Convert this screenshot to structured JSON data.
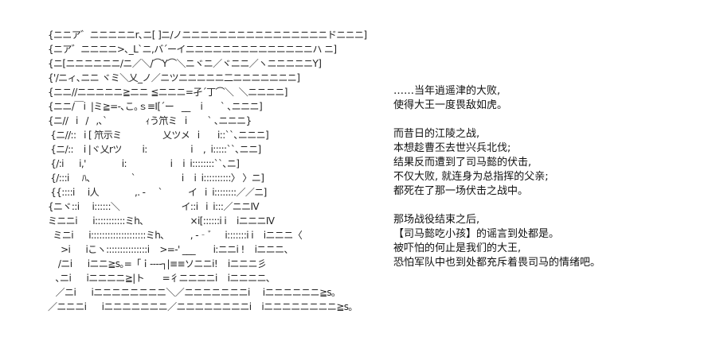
{
  "ascii_art": {
    "lines": [
      "{ニニア゛ニニニニニr､ニ[ ]ニ/ノニニニニニニニニニニニニニニニニドニニニ]",
      "{ニア゛ニニニニ>､_L`ニ,バ´ーイニニニニニニニニニニニニニニハ ニ]",
      "{ニ[ニニニニニニ/ニ／＼/⌒Y⌒＼ニヾニ／ヾニニ／ヽニニニニニY]",
      "{'/ニィ､ニニ ヾミ＼乂_ノ／ニツニニニニニ二ニニニニニニニ]",
      "{ニニ//ニニニニニ≧ニニ ≦ニニニ=孑´丁⌒＼  ＼ニニニニ]",
      "{ニニ/￣i  |ミ≧=-､こ｡ｓ≡I[´ー   __    i       ` ､ニニニ]",
      "{ニ//   i   /   ,､`               ｨう笊ミ   i        ` ､ニニニ}",
      " {ニ//::   i [ 笊示ミ                乂ツメ   i       i::``､ニニニ]",
      " {ニ/::    i |ヾ乂rツ        i:                 i    ,  i:::::``､ニニ]",
      " {/:i      i,'              i:                 i    i  i::::::::``､ニ]",
      " {/:::i     ﾊ、              `                  i    i  i::::::::::〉 〉ニ]",
      " {{::::i     i人              ,. -     `          イ   i  i::::::::／／ニ]",
      "{ニヾ::i     i::::::＼                        イ::i   i  i:::／ニニⅣ",
      "ミニニi      i:::::::::::ミh､                  ×i[::::::i i    iニニニⅣ",
      "  ミニi      i::::::::::::::::::::ミh､          , -‐ﾞ     i:::::::i i    iニニニ〈",
      "     >i      iこヽ:::::::::::::::i    >=-' ___       i:ニニi !    iニニニ、",
      "    /ニi      iニニ≧s｡=「ｉ----┐|≡≡ソニニi!    iニニニ彡",
      "   ､ニi      iニニニニ≧|ト       =彳ニニニニi    iニニニニ､",
      "   ／ニi      iニニニニニニニニ＼／ニニニニニニニi     iニニニニニニ≧s｡",
      "／ニニニi      iニニニニニニニ／ニニニニニニニニi    iニニニニニニニニ≧s｡"
    ]
  },
  "story": {
    "lines": [
      "……当年逍遥津的大败,",
      "使得大王一度畏敌如虎。",
      "",
      "而昔日的江陵之战,",
      "本想趁曹丕去世兴兵北伐;",
      "结果反而遭到了司马懿的伏击,",
      "不仅大败, 就连身为总指挥的父亲;",
      "都死在了那一场伏击之战中。",
      "",
      "那场战役结束之后,",
      "【司马懿吃小孩】的谣言到处都是。",
      "被吓怕的何止是我们的大王,",
      "恐怕军队中也到处都充斥着畏司马的情绪吧。"
    ]
  }
}
